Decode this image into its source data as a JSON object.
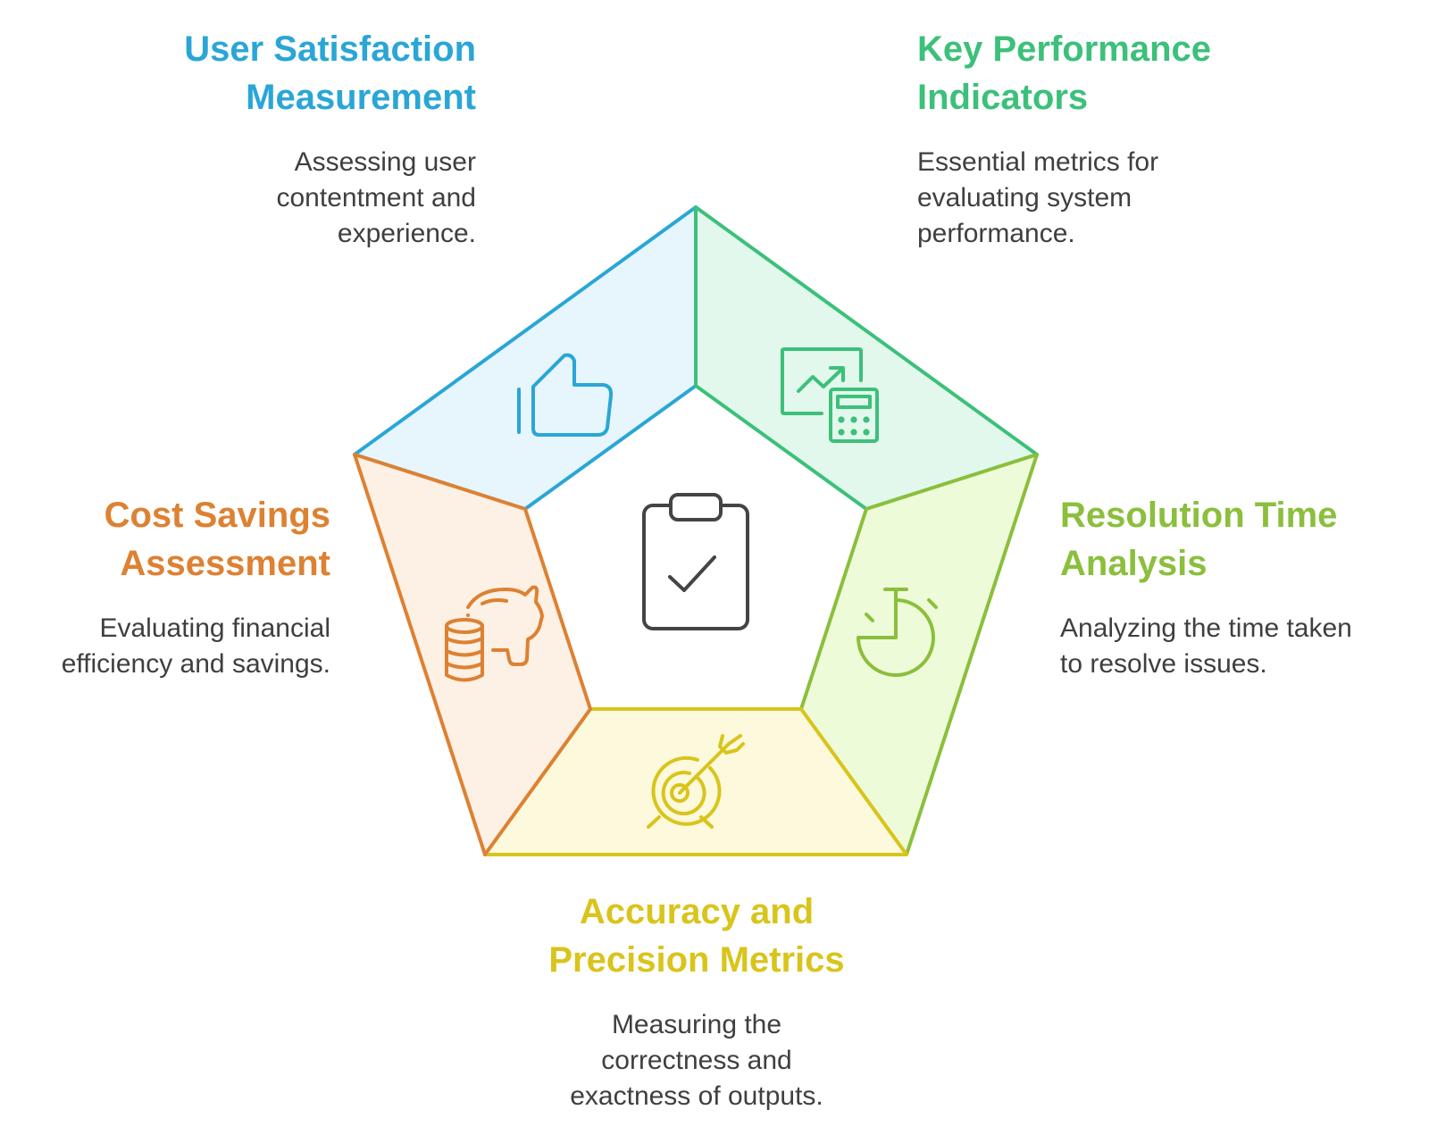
{
  "colors": {
    "user_satisfaction": "#2aa6d6",
    "key_performance": "#3cc07a",
    "resolution_time": "#8bbf3c",
    "accuracy": "#d9c41c",
    "cost_savings": "#dd8132",
    "center_icon": "#444444",
    "text": "#3f3f3f"
  },
  "segments": [
    {
      "id": "user_satisfaction",
      "title_line1": "User Satisfaction",
      "title_line2": "Measurement",
      "desc_line1": "Assessing user",
      "desc_line2": "contentment and",
      "desc_line3": "experience.",
      "icon": "thumbs-up-icon"
    },
    {
      "id": "key_performance",
      "title_line1": "Key Performance",
      "title_line2": "Indicators",
      "desc_line1": "Essential metrics for",
      "desc_line2": "evaluating system",
      "desc_line3": "performance.",
      "icon": "chart-calculator-icon"
    },
    {
      "id": "resolution_time",
      "title_line1": "Resolution Time",
      "title_line2": "Analysis",
      "desc_line1": "Analyzing the time taken",
      "desc_line2": "to resolve issues.",
      "icon": "stopwatch-icon"
    },
    {
      "id": "accuracy",
      "title_line1": "Accuracy and",
      "title_line2": "Precision Metrics",
      "desc_line1": "Measuring the",
      "desc_line2": "correctness and",
      "desc_line3": "exactness of outputs.",
      "icon": "target-icon"
    },
    {
      "id": "cost_savings",
      "title_line1": "Cost Savings",
      "title_line2": "Assessment",
      "desc_line1": "Evaluating financial",
      "desc_line2": "efficiency and savings.",
      "icon": "piggy-bank-icon"
    }
  ],
  "center": {
    "icon": "clipboard-check-icon"
  }
}
